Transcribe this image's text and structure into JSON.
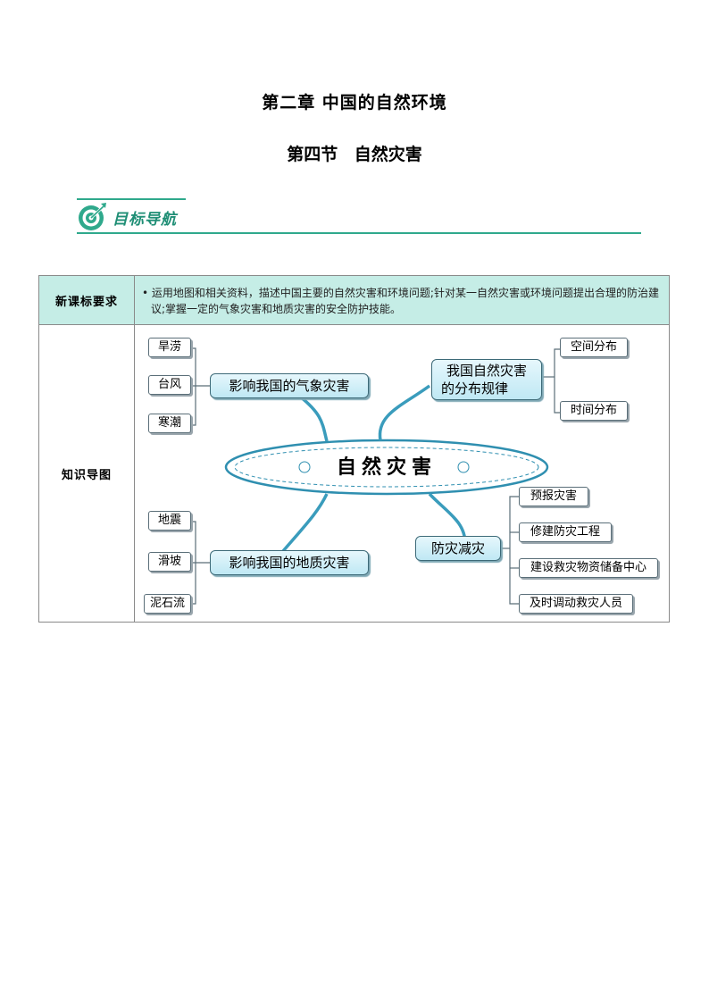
{
  "heading": {
    "chapter": "第二章  中国的自然环境",
    "section": "第四节   自然灾害"
  },
  "banner": {
    "label": "目标导航"
  },
  "table": {
    "row1_label": "新课标要求",
    "row1_text": "• 运用地图和相关资料，描述中国主要的自然灾害和环境问题;针对某一自然灾害或环境问题提出合理的防治建议;掌握一定的气象灾害和地质灾害的安全防护技能。",
    "row2_label": "知识导图"
  },
  "mindmap": {
    "center": "自然灾害",
    "branches": {
      "weather": "影响我国的气象灾害",
      "distribution_line1": "我国自然灾害",
      "distribution_line2": "的分布规律",
      "geology": "影响我国的地质灾害",
      "prevention": "防灾减灾"
    },
    "weather_items": [
      "旱涝",
      "台风",
      "寒潮"
    ],
    "distribution_items": [
      "空间分布",
      "时间分布"
    ],
    "geology_items": [
      "地震",
      "滑坡",
      "泥石流"
    ],
    "prevention_items": [
      "预报灾害",
      "修建防灾工程",
      "建设救灾物资储备中心",
      "及时调动救灾人员"
    ]
  },
  "colors": {
    "accent": "#2fa98c",
    "header_bg": "#c5ede6",
    "branch_stroke": "#3a9cbc"
  }
}
